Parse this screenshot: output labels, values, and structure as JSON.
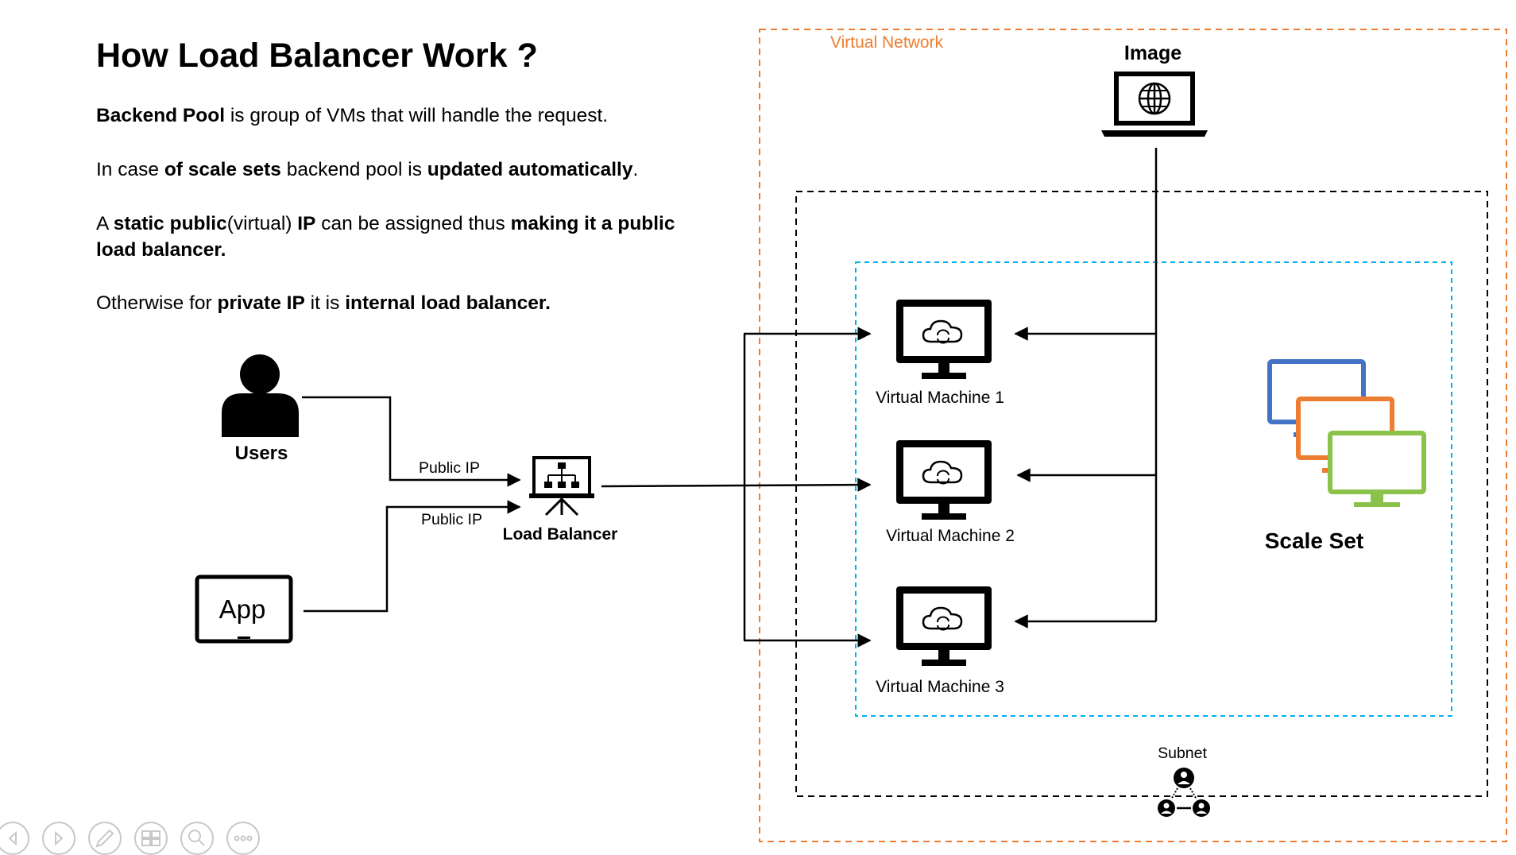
{
  "slide": {
    "title": "How Load Balancer Work ?",
    "paragraphs": [
      [
        {
          "t": "Backend Pool",
          "b": true
        },
        {
          "t": " is group of VMs that will handle the request.",
          "b": false
        }
      ],
      [
        {
          "t": "In case ",
          "b": false
        },
        {
          "t": "of scale sets",
          "b": true
        },
        {
          "t": " backend pool is ",
          "b": false
        },
        {
          "t": "updated automatically",
          "b": true
        },
        {
          "t": ".",
          "b": false
        }
      ],
      [
        {
          "t": "A ",
          "b": false
        },
        {
          "t": "static public",
          "b": true
        },
        {
          "t": "(virtual) ",
          "b": false
        },
        {
          "t": "IP",
          "b": true
        },
        {
          "t": " can be assigned thus ",
          "b": false
        },
        {
          "t": "making it a public load balancer.",
          "b": true
        }
      ],
      [
        {
          "t": "Otherwise for ",
          "b": false
        },
        {
          "t": "private IP",
          "b": true
        },
        {
          "t": " it is ",
          "b": false
        },
        {
          "t": "internal load balancer.",
          "b": true
        }
      ]
    ]
  },
  "diagram": {
    "virtual_network_label": "Virtual Network",
    "image_label": "Image",
    "users_label": "Users",
    "app_label": "App",
    "load_balancer_label": "Load Balancer",
    "public_ip_labels": [
      "Public IP",
      "Public IP"
    ],
    "vm_labels": [
      "Virtual Machine 1",
      "Virtual Machine 2",
      "Virtual Machine 3"
    ],
    "scale_set_label": "Scale Set",
    "subnet_label": "Subnet"
  },
  "colors": {
    "virtual_network_border": "#ED7D31",
    "scale_set_border": "#00B0F0",
    "subnet_border": "#000000",
    "scale_set_monitors": [
      "#4472C4",
      "#ED7D31",
      "#8BC34A"
    ]
  },
  "nav_icons": [
    "previous-slide-icon",
    "next-slide-icon",
    "pen-icon",
    "slides-grid-icon",
    "zoom-icon",
    "more-options-icon"
  ]
}
